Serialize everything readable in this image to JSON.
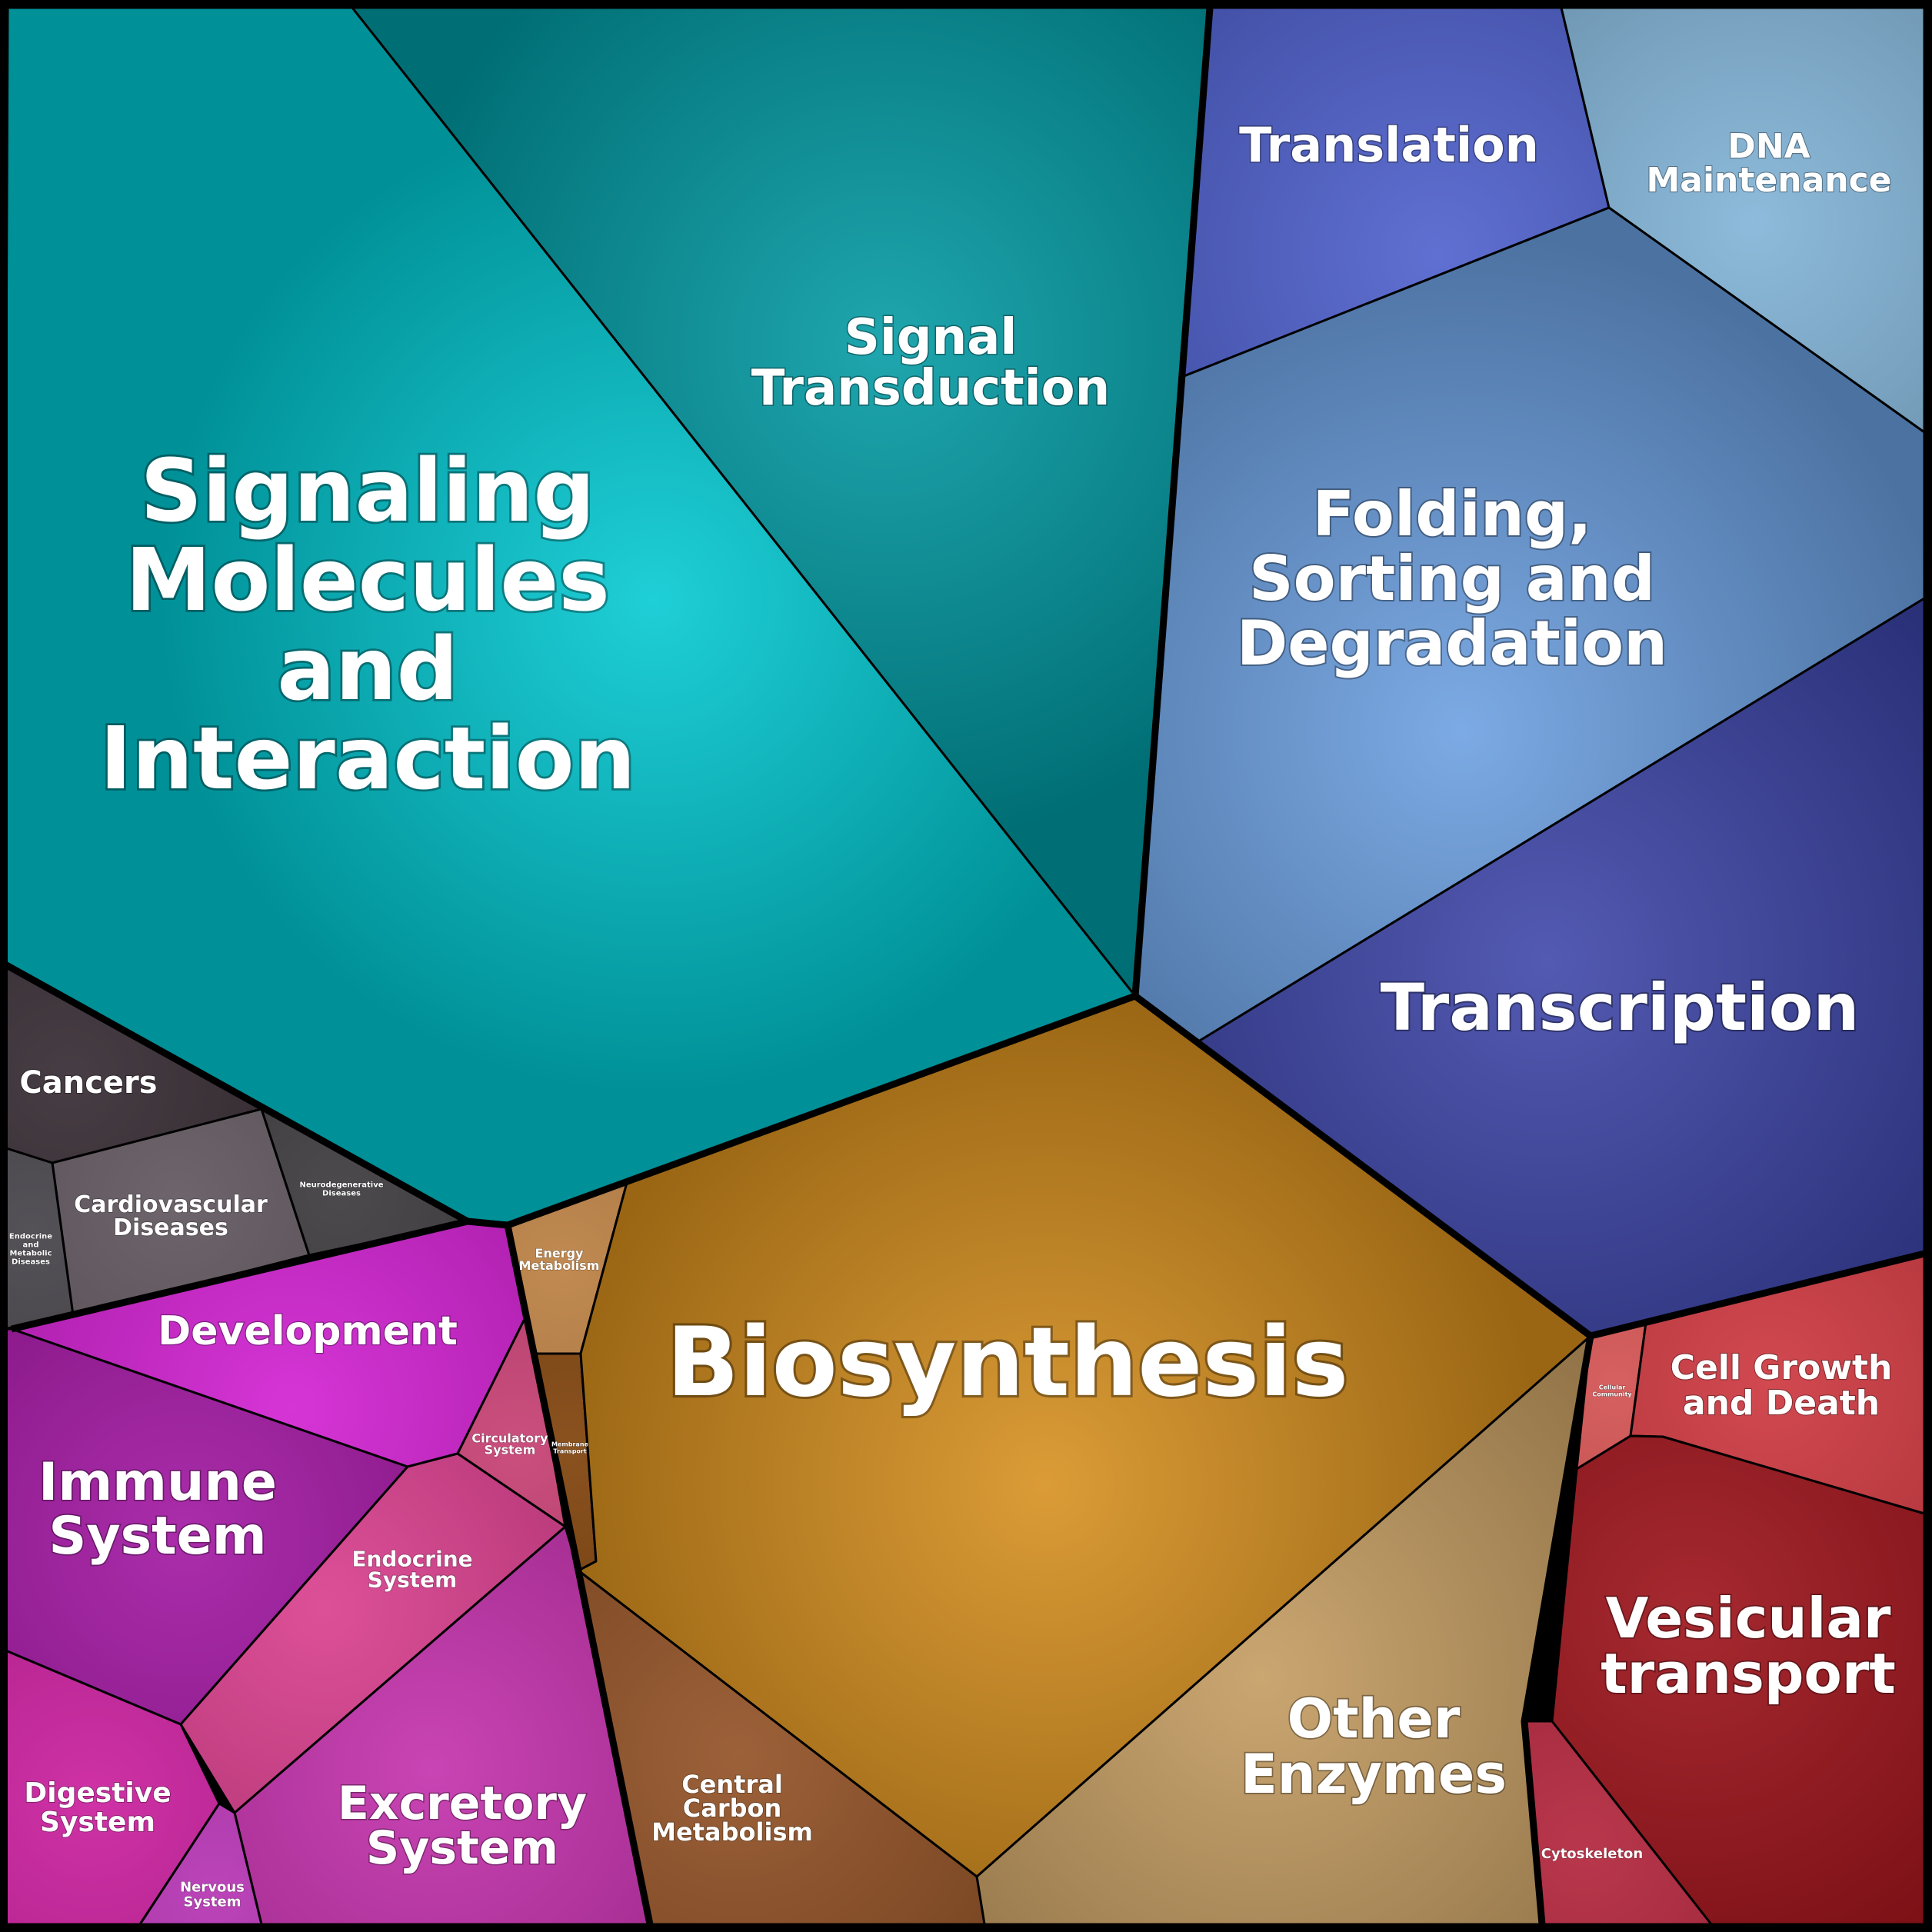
{
  "cells": [
    {
      "id": "signaling-molecules",
      "color": "#00c8d2",
      "lines": [
        "Signaling",
        "Molecules",
        "and",
        "Interaction"
      ]
    },
    {
      "id": "signal-transduction",
      "color": "#009aa3",
      "lines": [
        "Signal",
        "Transduction"
      ]
    },
    {
      "id": "translation",
      "color": "#4a5ccc",
      "lines": [
        "Translation"
      ]
    },
    {
      "id": "dna-maintenance",
      "color": "#7fb2d6",
      "lines": [
        "DNA",
        "Maintenance"
      ]
    },
    {
      "id": "folding-sorting",
      "color": "#6a9ee0",
      "lines": [
        "Folding,",
        "Sorting and",
        "Degradation"
      ]
    },
    {
      "id": "transcription",
      "color": "#3c44a8",
      "lines": [
        "Transcription"
      ]
    },
    {
      "id": "cancers",
      "color": "#2e232a",
      "lines": [
        "Cancers"
      ]
    },
    {
      "id": "cardiovascular",
      "color": "#5a5058",
      "lines": [
        "Cardiovascular",
        "Diseases"
      ]
    },
    {
      "id": "neurodegenerative",
      "color": "#343134",
      "lines": [
        "Neurodegenerative",
        "Diseases"
      ]
    },
    {
      "id": "endocrine-metabolic",
      "color": "#3d3a40",
      "lines": [
        "Endocrine",
        "and",
        "Metabolic",
        "Diseases"
      ]
    },
    {
      "id": "energy-metabolism",
      "color": "#b87a3a",
      "lines": [
        "Energy",
        "Metabolism"
      ]
    },
    {
      "id": "membrane-transport",
      "color": "#7a3a00",
      "lines": [
        "Membrane",
        "Transport"
      ]
    },
    {
      "id": "biosynthesis",
      "color": "#d68e1c",
      "lines": [
        "Biosynthesis"
      ]
    },
    {
      "id": "other-enzymes",
      "color": "#c39a5e",
      "lines": [
        "Other",
        "Enzymes"
      ]
    },
    {
      "id": "central-carbon",
      "color": "#8e4c1e",
      "lines": [
        "Central",
        "Carbon",
        "Metabolism"
      ]
    },
    {
      "id": "development",
      "color": "#d01ad0",
      "lines": [
        "Development"
      ]
    },
    {
      "id": "circulatory",
      "color": "#c4376c",
      "lines": [
        "Circulatory",
        "System"
      ]
    },
    {
      "id": "immune",
      "color": "#a010a0",
      "lines": [
        "Immune",
        "System"
      ]
    },
    {
      "id": "endocrine-system",
      "color": "#d8388a",
      "lines": [
        "Endocrine",
        "System"
      ]
    },
    {
      "id": "excretory",
      "color": "#c22aaa",
      "lines": [
        "Excretory",
        "System"
      ]
    },
    {
      "id": "digestive",
      "color": "#c8169a",
      "lines": [
        "Digestive",
        "System"
      ]
    },
    {
      "id": "nervous",
      "color": "#b22ab0",
      "lines": [
        "Nervous",
        "System"
      ]
    },
    {
      "id": "cellular-community",
      "color": "#d24a4a",
      "lines": [
        "Cellular",
        "Community"
      ]
    },
    {
      "id": "cell-growth",
      "color": "#cc3038",
      "lines": [
        "Cell Growth",
        "and Death"
      ]
    },
    {
      "id": "vesicular",
      "color": "#9a0c14",
      "lines": [
        "Vesicular",
        "transport"
      ]
    },
    {
      "id": "cytoskeleton",
      "color": "#b01c34",
      "lines": [
        "Cytoskeleton"
      ]
    }
  ]
}
